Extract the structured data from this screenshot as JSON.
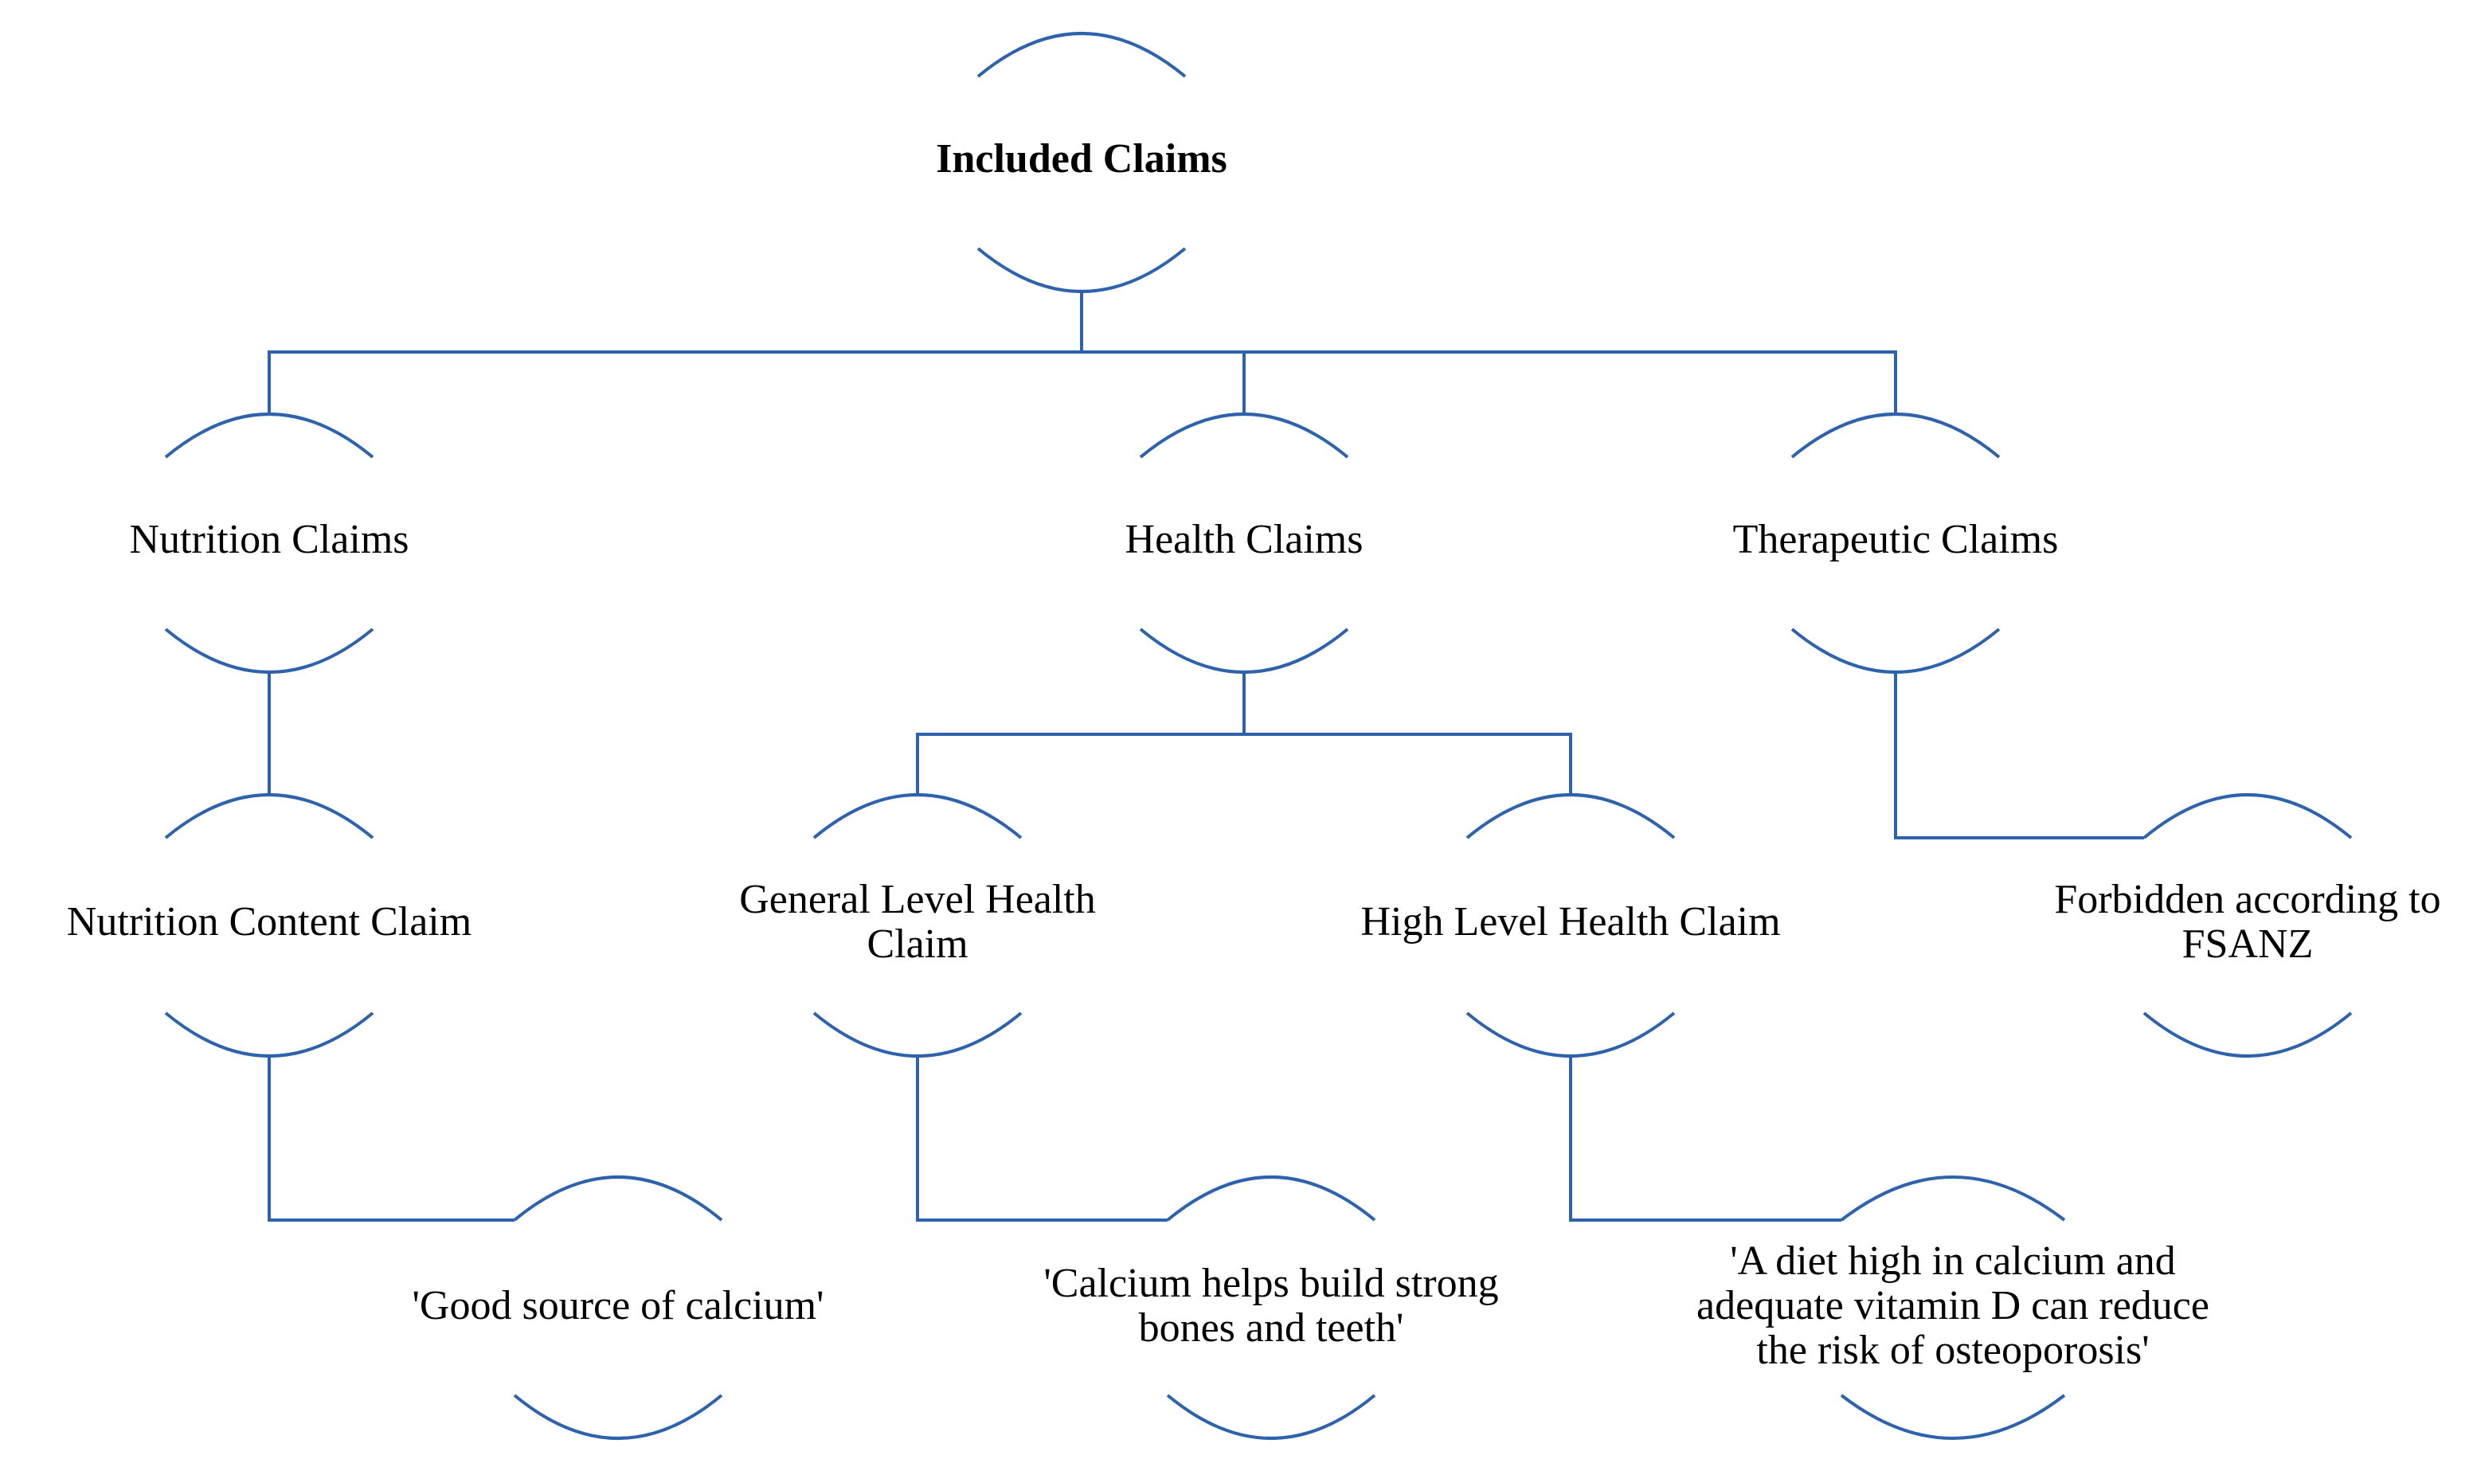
{
  "colors": {
    "line": "#2e62ad",
    "text": "#000000",
    "background": "#ffffff"
  },
  "nodes": [
    {
      "id": "included",
      "lines": [
        "Included Claims"
      ]
    },
    {
      "id": "nutrition",
      "lines": [
        "Nutrition Claims"
      ]
    },
    {
      "id": "health",
      "lines": [
        "Health Claims"
      ]
    },
    {
      "id": "therapeutic",
      "lines": [
        "Therapeutic Claims"
      ]
    },
    {
      "id": "nutrition-content",
      "lines": [
        "Nutrition Content Claim"
      ]
    },
    {
      "id": "general-level",
      "lines": [
        "General Level Health",
        "Claim"
      ]
    },
    {
      "id": "high-level",
      "lines": [
        "High Level Health Claim"
      ]
    },
    {
      "id": "forbidden",
      "lines": [
        "Forbidden according to",
        "FSANZ"
      ]
    },
    {
      "id": "example-calcium-source",
      "lines": [
        "'Good source of calcium'"
      ]
    },
    {
      "id": "example-bones-teeth",
      "lines": [
        "'Calcium helps build strong",
        "bones and teeth'"
      ]
    },
    {
      "id": "example-osteoporosis",
      "lines": [
        "'A diet high in calcium and",
        "adequate vitamin D can reduce",
        "the risk of osteoporosis'"
      ]
    }
  ],
  "edges": [
    {
      "from": "included",
      "to": "nutrition"
    },
    {
      "from": "included",
      "to": "health"
    },
    {
      "from": "included",
      "to": "therapeutic"
    },
    {
      "from": "nutrition",
      "to": "nutrition-content"
    },
    {
      "from": "health",
      "to": "general-level"
    },
    {
      "from": "health",
      "to": "high-level"
    },
    {
      "from": "therapeutic",
      "to": "forbidden"
    },
    {
      "from": "nutrition-content",
      "to": "example-calcium-source"
    },
    {
      "from": "general-level",
      "to": "example-bones-teeth"
    },
    {
      "from": "high-level",
      "to": "example-osteoporosis"
    }
  ]
}
